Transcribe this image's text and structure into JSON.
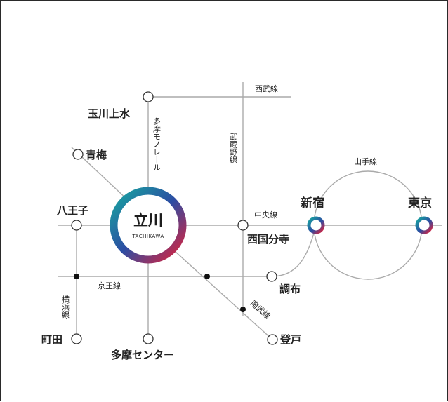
{
  "map": {
    "hub": {
      "name": "立川",
      "romaji": "TACHIKAWA"
    },
    "stations": {
      "tamagawa_josui": "玉川上水",
      "ome": "青梅",
      "hachioji": "八王子",
      "nishi_kokubunji": "西国分寺",
      "shinjuku": "新宿",
      "tokyo": "東京",
      "chofu": "調布",
      "noborito": "登戸",
      "machida": "町田",
      "tama_center": "多摩センター"
    },
    "lines": {
      "seibu": "西武線",
      "musashino": "武蔵野線",
      "tama_monorail": "多摩モノレール",
      "yamanote": "山手線",
      "chuo": "中央線",
      "keio": "京王線",
      "nambu": "南武線",
      "yokohama": "横浜線"
    },
    "colors": {
      "line": "#aaaaaa",
      "station_ring": "#333333",
      "hub_ring_start": "#1a9f9a",
      "hub_ring_mid": "#2b4fa0",
      "hub_ring_end": "#d8233a"
    }
  }
}
